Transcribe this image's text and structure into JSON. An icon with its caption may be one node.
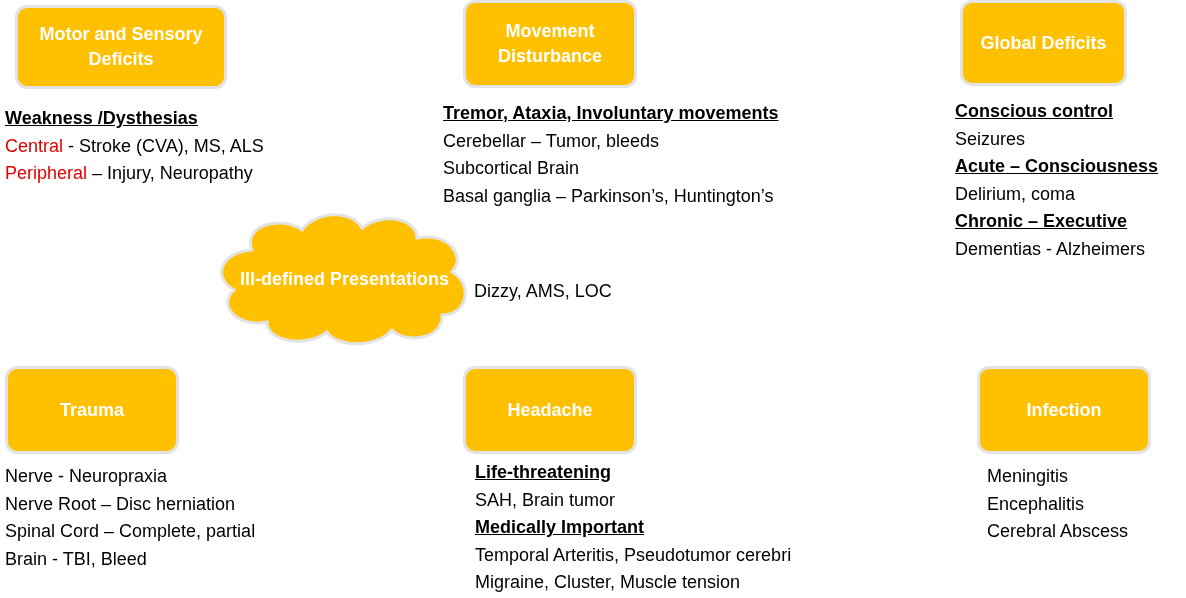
{
  "diagram": {
    "nodes": [
      {
        "text": [
          "Motor and Sensory Deficits"
        ],
        "beside": [
          "Weakness /Dysthesias",
          "Central  - Stroke (CVA), MS, ALS",
          "Peripheral – Injury, Neuropathy"
        ]
      },
      {
        "text": [
          "Movement Disturbance"
        ],
        "beside": [
          "Tremor, Ataxia, Involuntary movements",
          "Cerebellar – Tumor, bleeds",
          "Subcortical Brain",
          "Basal ganglia – Parkinson’s, Huntington’s"
        ]
      },
      {
        "text": [
          "Global Deficits"
        ],
        "beside": [
          "Conscious control",
          "Seizures",
          "Acute – Consciousness",
          "Delirium, coma",
          "Chronic – Executive",
          "Dementias - Alzheimers"
        ]
      },
      {
        "text": [
          "Ill-defined Presentations"
        ],
        "beside": [
          "Dizzy, AMS, LOC"
        ]
      },
      {
        "text": [
          "Trauma"
        ],
        "beside": [
          "Nerve -  Neuropraxia",
          "Nerve Root – Disc herniation",
          "Spinal Cord – Complete, partial",
          "Brain  - TBI, Bleed"
        ]
      },
      {
        "text": [
          "Headache"
        ],
        "beside": [
          "Life-threatening",
          "SAH, Brain tumor",
          "Medically Important",
          "Temporal Arteritis, Pseudotumor cerebri",
          "Migraine, Cluster, Muscle tension"
        ]
      },
      {
        "text": [
          "Infection"
        ],
        "beside": [
          "Meningitis",
          "Encephalitis",
          "Cerebral Abscess"
        ]
      }
    ]
  }
}
